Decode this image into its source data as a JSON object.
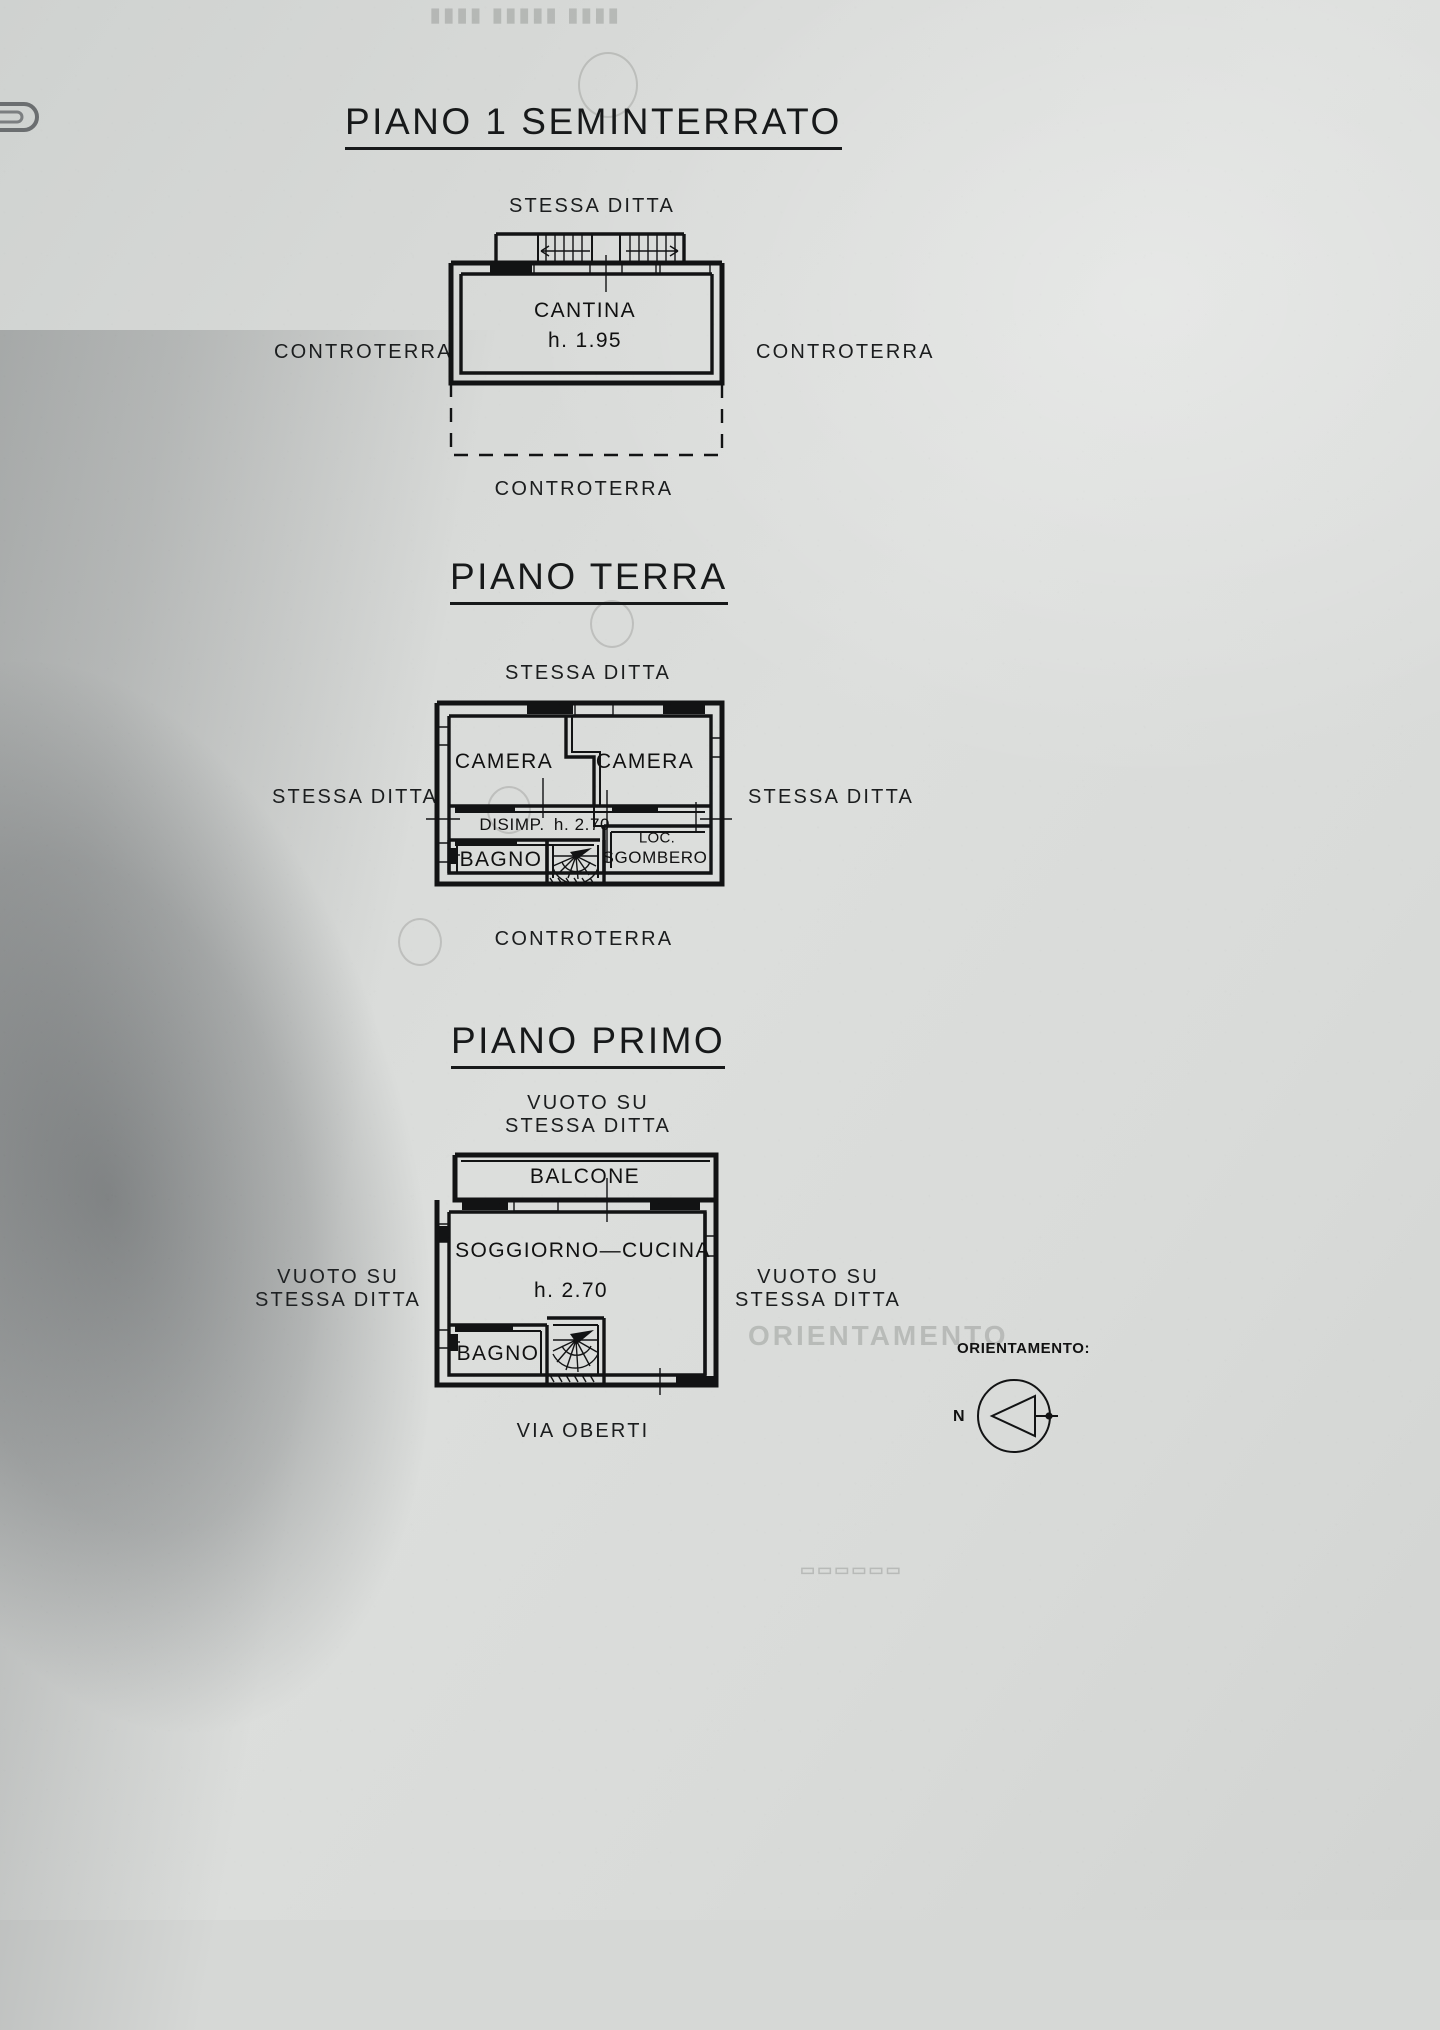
{
  "document": {
    "kind": "architectural-floor-plan",
    "language": "it"
  },
  "sections": [
    {
      "id": "seminterrato",
      "title": "PIANO 1 SEMINTERRATO",
      "notes": {
        "top": "STESSA DITTA",
        "left": "CONTROTERRA",
        "right": "CONTROTERRA",
        "bottom": "CONTROTERRA"
      },
      "rooms": [
        {
          "name": "CANTINA",
          "height_label": "h. 1.95"
        }
      ]
    },
    {
      "id": "terra",
      "title": "PIANO TERRA",
      "notes": {
        "top": "STESSA DITTA",
        "left": "STESSA DITTA",
        "right": "STESSA DITTA",
        "bottom": "CONTROTERRA"
      },
      "rooms": [
        {
          "name": "CAMERA"
        },
        {
          "name": "CAMERA"
        },
        {
          "name": "DISIMP.",
          "height_label": "h. 2.70"
        },
        {
          "name": "BAGNO"
        },
        {
          "name": "LOC.",
          "name2": "SGOMBERO"
        }
      ]
    },
    {
      "id": "primo",
      "title": "PIANO PRIMO",
      "notes": {
        "top_line1": "VUOTO SU",
        "top_line2": "STESSA DITTA",
        "left_line1": "VUOTO SU",
        "left_line2": "STESSA DITTA",
        "right_line1": "VUOTO SU",
        "right_line2": "STESSA DITTA",
        "bottom": "VIA OBERTI"
      },
      "rooms": [
        {
          "name": "BALCONE"
        },
        {
          "name": "SOGGIORNO—CUCINA",
          "height_label": "h. 2.70"
        },
        {
          "name": "BAGNO"
        }
      ]
    }
  ],
  "orientation": {
    "label": "ORIENTAMENTO:",
    "north_letter": "N"
  },
  "ghost_marks": {
    "top_stamp": "",
    "mid_text": "ORIENTAMENTO"
  },
  "colors": {
    "paper": "#d6d8d6",
    "ink": "#121314"
  }
}
